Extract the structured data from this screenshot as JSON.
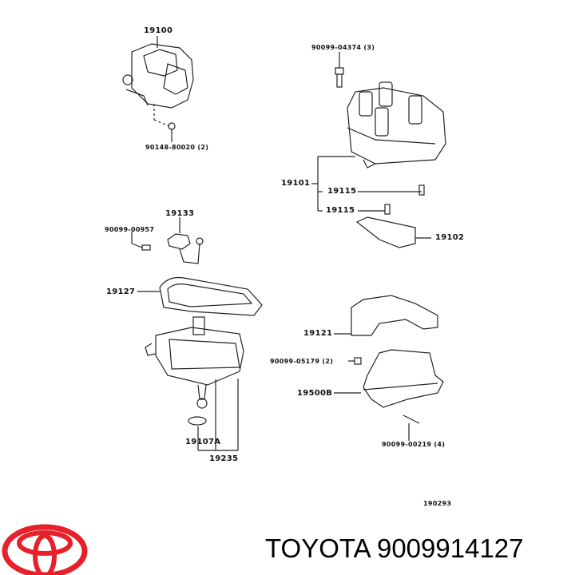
{
  "diagram": {
    "labels": {
      "p19100": "19100",
      "p90148": "90148-80020 (2)",
      "p90099_04374": "90099-04374 (3)",
      "p19101": "19101",
      "p19115a": "19115",
      "p19115b": "19115",
      "p19102": "19102",
      "p19133": "19133",
      "p90099_00957": "90099-00957",
      "p19127": "19127",
      "p19121": "19121",
      "p90099_05179": "90099-05179 (2)",
      "p19500B": "19500B",
      "p90099_00219": "90099-00219 (4)",
      "p19107A": "19107A",
      "p19235": "19235",
      "ref": "190293"
    },
    "brand_color": "#e8202a"
  },
  "footer": {
    "title": "TOYOTA 9009914127"
  }
}
